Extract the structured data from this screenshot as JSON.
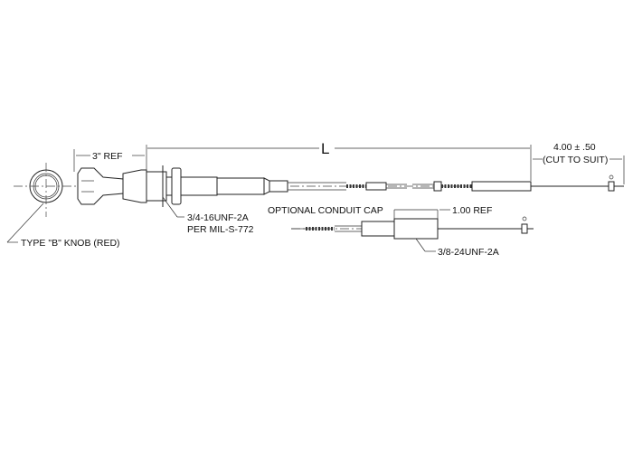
{
  "labels": {
    "ref_3in": "3\" REF",
    "length": "L",
    "tolerance": "4.00 ± .50",
    "cut_to_suit": "(CUT TO SUIT)",
    "optional_cap": "OPTIONAL CONDUIT CAP",
    "ref_1in": "1.00 REF",
    "thread_main_1": "3/4-16UNF-2A",
    "thread_main_2": "PER MIL-S-772",
    "thread_cap": "3/8-24UNF-2A",
    "knob": "TYPE \"B\" KNOB (RED)"
  }
}
